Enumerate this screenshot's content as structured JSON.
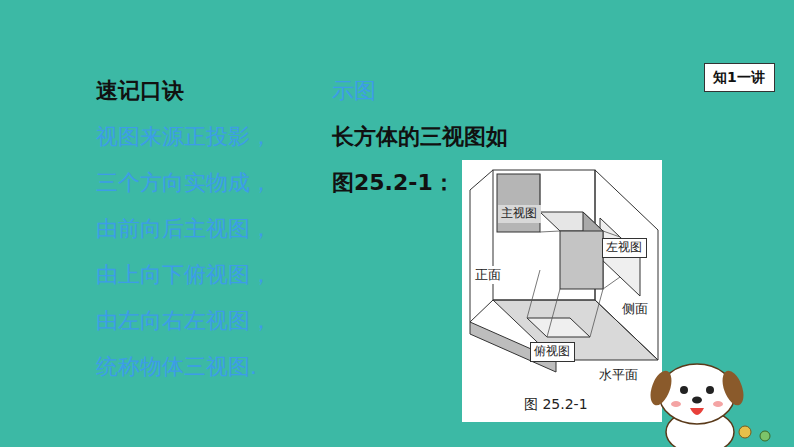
{
  "diagram": {
    "caption": "图 25.2-1",
    "nodes": [
      {
        "text": [
          "知1一讲"
        ]
      },
      {
        "text": [
          "主视图"
        ]
      },
      {
        "text": [
          "左视图"
        ]
      },
      {
        "text": [
          "俯视图"
        ]
      }
    ],
    "labels": [
      "速记口诀",
      "视图来源正投影，",
      "三个方向实物成，",
      "由前向后主视图，",
      "由上向下俯视图，",
      "由左向右左视图，",
      "统称物体三视图.",
      "示图",
      "长方体的三视图如图25.2-1：",
      "正面",
      "侧面",
      "水平面"
    ]
  }
}
